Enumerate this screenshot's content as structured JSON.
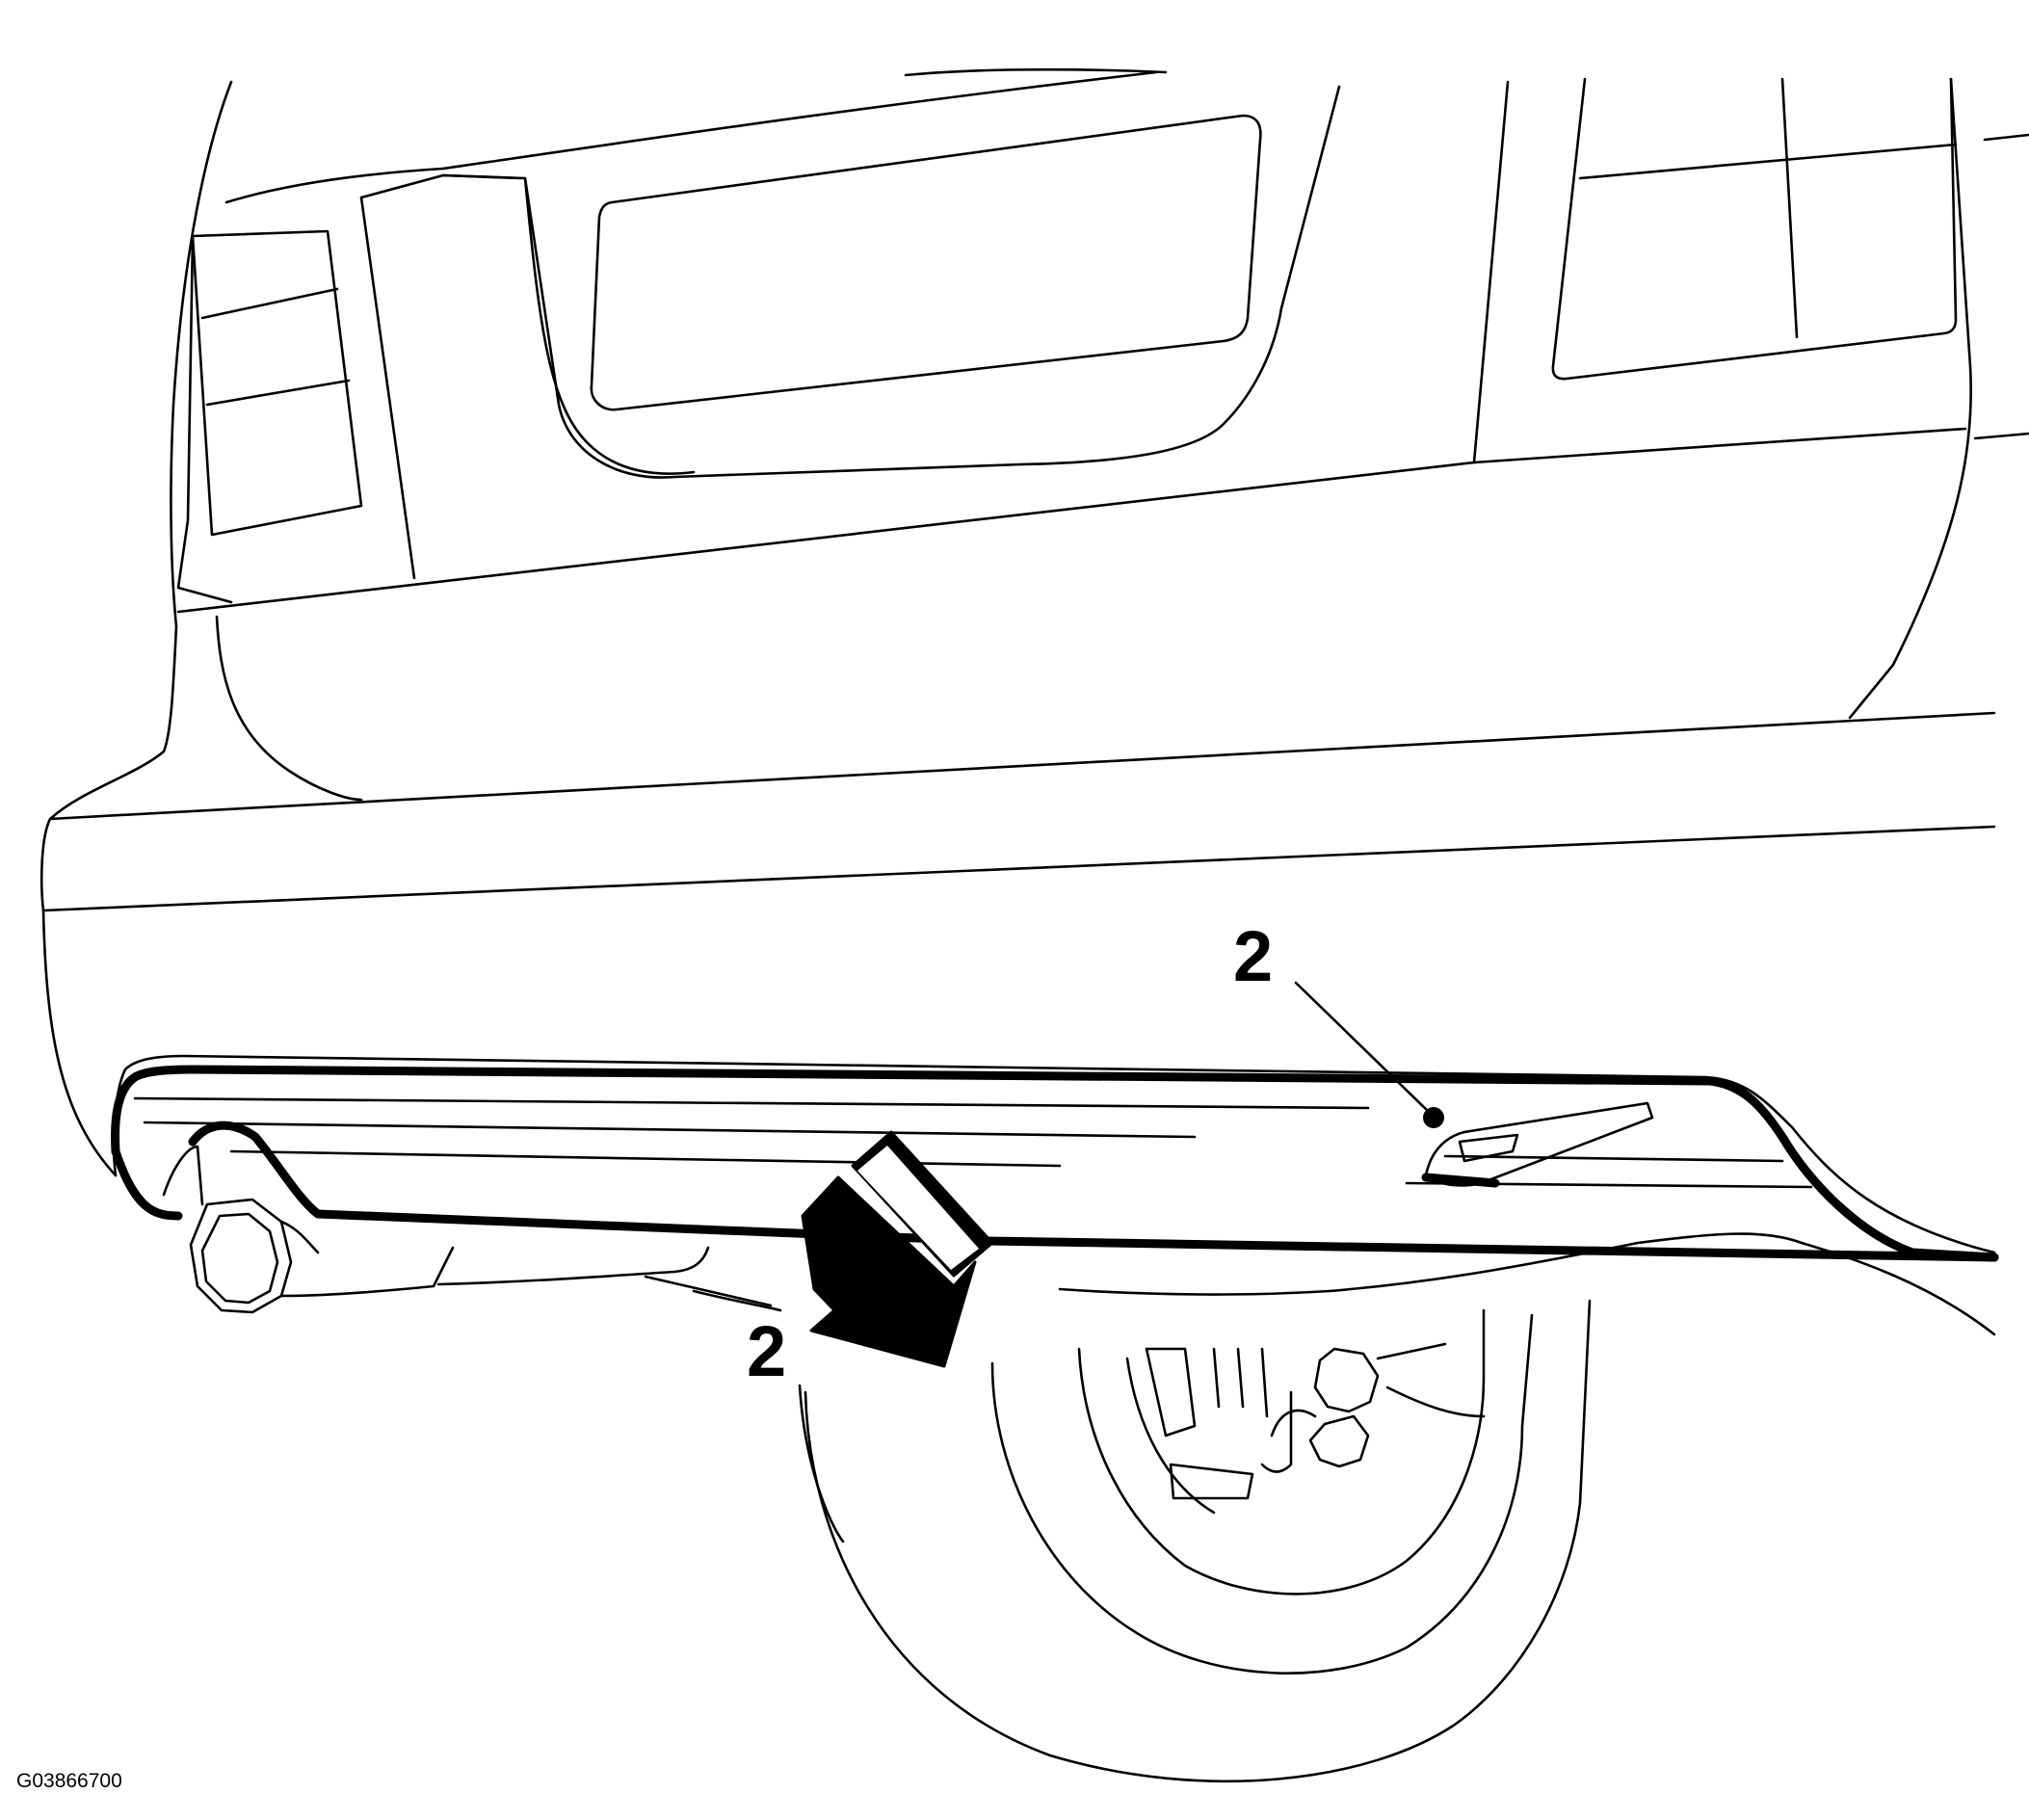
{
  "callouts": [
    {
      "number": "2",
      "target": "bumper-retaining-clip"
    },
    {
      "number": "2",
      "target": "removal-direction-arrow"
    }
  ],
  "figure_id": "G03866700"
}
